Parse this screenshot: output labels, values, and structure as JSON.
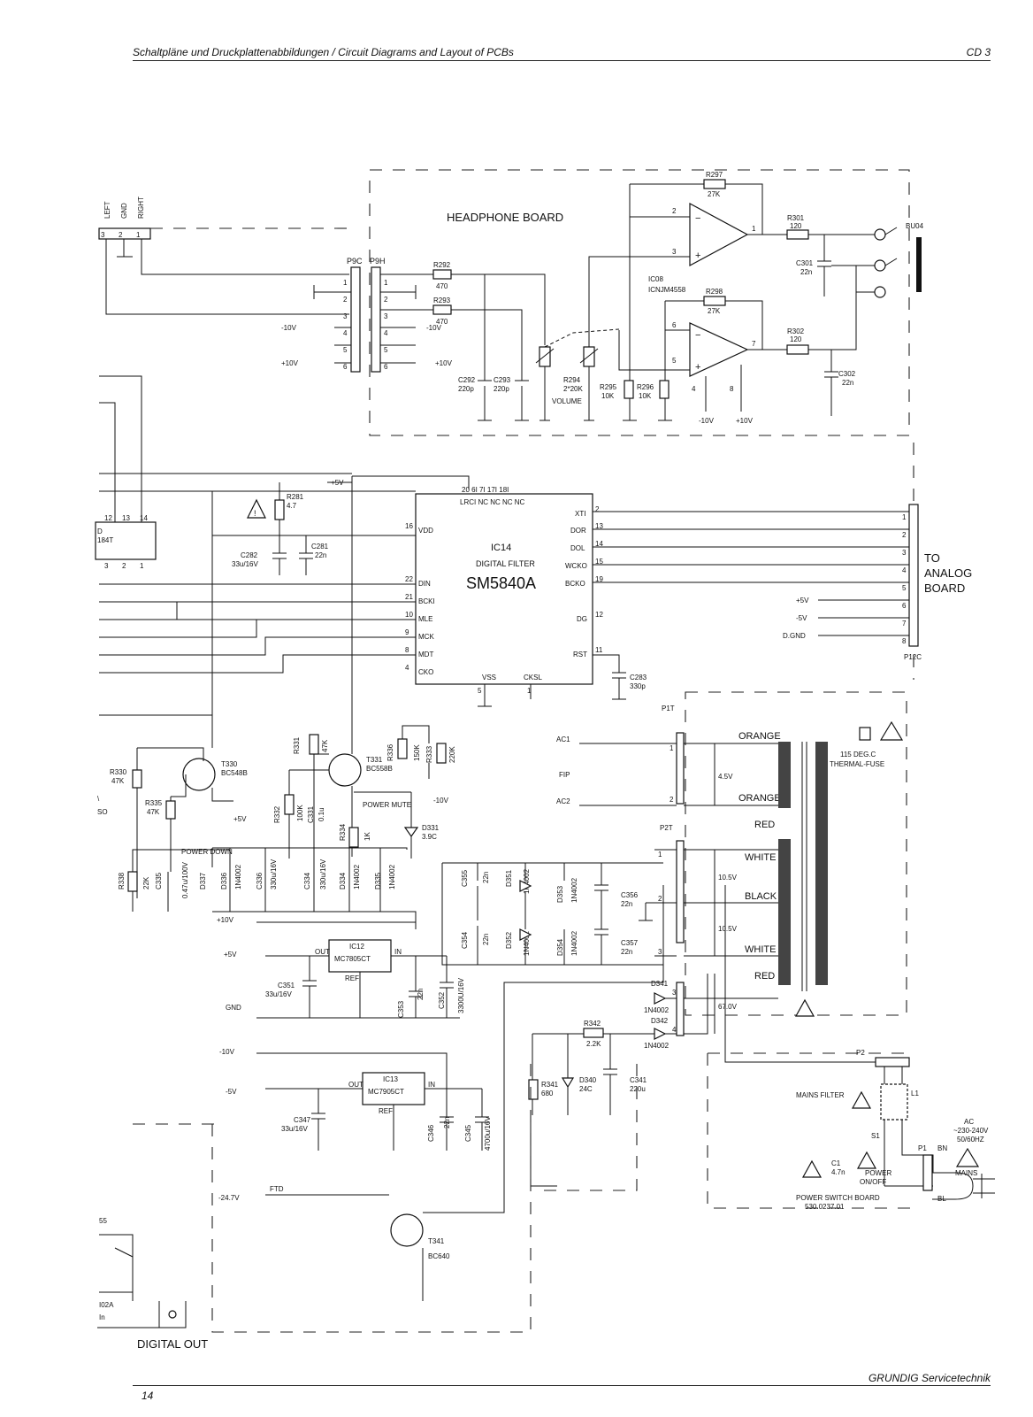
{
  "header": {
    "title": "Schaltpläne und Druckplattenabbildungen / Circuit Diagrams and Layout of PCBs",
    "section": "CD 3"
  },
  "footer": {
    "page": "14",
    "brand": "GRUNDIG Servicetechnik"
  },
  "headphone_board": {
    "title": "HEADPHONE BOARD",
    "left_conn_labels": [
      "LEFT",
      "GND",
      "RIGHT"
    ],
    "conn_pins": [
      "3",
      "2",
      "1"
    ],
    "p9c": "P9C",
    "p9h": "P9H",
    "pins": [
      "1",
      "2",
      "3",
      "4",
      "5",
      "6"
    ],
    "neg10": "-10V",
    "pos10": "+10V",
    "r292": "R292",
    "r292v": "470",
    "r293": "R293",
    "r293v": "470",
    "c292": "C292",
    "c292v": "220p",
    "c293": "C293",
    "c293v": "220p",
    "r294": "R294",
    "r294v": "2*20K",
    "volume": "VOLUME",
    "r295": "R295",
    "r295v": "10K",
    "r296": "R296",
    "r296v": "10K",
    "ic08": "IC08",
    "ic08v": "ICNJM4558",
    "r297": "R297",
    "r297v": "27K",
    "r298": "R298",
    "r298v": "27K",
    "r301": "R301",
    "r301v": "120",
    "r302": "R302",
    "r302v": "120",
    "c301": "C301",
    "c301v": "22n",
    "c302": "C302",
    "c302v": "22n",
    "bu04": "BU04",
    "pin_nums": [
      "2",
      "3",
      "1",
      "6",
      "5",
      "7",
      "4",
      "8"
    ],
    "supply_neg": "-10V",
    "supply_pos": "+10V"
  },
  "ic14": {
    "name": "IC14",
    "desc": "DIGITAL FILTER",
    "part": "SM5840A",
    "left_pins": [
      {
        "num": "16",
        "label": "VDD"
      },
      {
        "num": "22",
        "label": "DIN"
      },
      {
        "num": "21",
        "label": "BCKI"
      },
      {
        "num": "10",
        "label": "MLE"
      },
      {
        "num": "9",
        "label": "MCK"
      },
      {
        "num": "8",
        "label": "MDT"
      },
      {
        "num": "4",
        "label": "CKO"
      }
    ],
    "right_pins": [
      {
        "num": "2",
        "label": "XTI"
      },
      {
        "num": "13",
        "label": "DOR"
      },
      {
        "num": "14",
        "label": "DOL"
      },
      {
        "num": "15",
        "label": "WCKO"
      },
      {
        "num": "19",
        "label": "BCKO"
      },
      {
        "num": "12",
        "label": "DG"
      },
      {
        "num": "11",
        "label": "RST"
      }
    ],
    "top_pins": "20    6I  7I  17I  18I",
    "top_labels": "LRCI      NC  NC  NC  NC",
    "bottom_labels": [
      "VSS",
      "CKSL"
    ],
    "bottom_nums": [
      "5",
      "1"
    ],
    "plus5": "+5V",
    "r281": "R281",
    "r281v": "4.7",
    "c282": "C282",
    "c282v": "33u/16V",
    "c281": "C281",
    "c281v": "22n",
    "c283": "C283",
    "c283v": "330p",
    "left_partial_pins": [
      "12",
      "13",
      "14"
    ],
    "left_partial_part": "184T",
    "left_partial_pins2": [
      "3",
      "2",
      "1"
    ],
    "left_partial_prefix": "D"
  },
  "analog": {
    "label_lines": [
      "TO",
      "ANALOG",
      "BOARD"
    ],
    "conn": "P12C",
    "pins": [
      "1",
      "2",
      "3",
      "4",
      "5",
      "6",
      "7",
      "8"
    ],
    "rails": [
      "+5V",
      "-5V",
      "D.GND"
    ]
  },
  "mute": {
    "t330": "T330",
    "t330v": "BC548B",
    "t331": "T331",
    "t331v": "BC558B",
    "r330": "R330",
    "r330v": "47K",
    "r335": "R335",
    "r335v": "47K",
    "r331": "R331",
    "r331v": "47K",
    "r332": "R332",
    "r332v": "100K",
    "c331": "C331",
    "c331v": "0.1u",
    "r336": "R336",
    "r336v": "150K",
    "r333": "R333",
    "r333v": "220K",
    "r334": "R334",
    "r334v": "1K",
    "d331": "D331",
    "d331v": "3.9C",
    "r338": "R338",
    "r338v": "22K",
    "c335": "C335",
    "c335v": "0.47u/100V",
    "d337": "D337",
    "d336": "D336",
    "d335": "D335",
    "d334": "D334",
    "c336": "C336",
    "c336v": "330u/16V",
    "c334": "C334",
    "c334v": "330u/16V",
    "diode_part": "1N4002",
    "plus5": "+5V",
    "neg10": "-10V",
    "power_mute": "POWER MUTE",
    "power_down": "POWER DOWN",
    "partial": "\\",
    "partial2": "SO"
  },
  "psu": {
    "plus10": "+10V",
    "plus5": "+5V",
    "gnd": "GND",
    "neg10": "-10V",
    "neg5": "-5V",
    "neg247": "-24.7V",
    "ftd": "FTD",
    "ic12": "IC12",
    "ic12v": "MC7805CT",
    "ic13": "IC13",
    "ic13v": "MC7905CT",
    "out": "OUT",
    "in": "IN",
    "ref": "REF",
    "c351": "C351",
    "c351v": "33u/16V",
    "c353": "C353",
    "c353v": "22n",
    "c352": "C352",
    "c352v": "3300U/16V",
    "c347": "C347",
    "c347v": "33u/16V",
    "c346": "C346",
    "c346v": "22n",
    "c345": "C345",
    "c345v": "4700u/16V",
    "c355": "C355",
    "c355v": "22n",
    "c354": "C354",
    "c354v": "22n",
    "c356": "C356",
    "c356v": "22n",
    "c357": "C357",
    "c357v": "22n",
    "d351": "D351",
    "d352": "D352",
    "d353": "D353",
    "d354": "D354",
    "d341": "D341",
    "d342": "D342",
    "d340": "D340",
    "d340v": "24C",
    "r342": "R342",
    "r342v": "2.2K",
    "r341": "R341",
    "r341v": "680",
    "c341": "C341",
    "c341v": "220u",
    "t341": "T341",
    "t341v": "BC640",
    "diode_part": "1N4002"
  },
  "transformer": {
    "p1t": "P1T",
    "p2t": "P2T",
    "ac1": "AC1",
    "fip": "FIP",
    "ac2": "AC2",
    "pins": [
      "1",
      "2",
      "1",
      "2",
      "3",
      "3",
      "4"
    ],
    "wires": [
      "ORANGE",
      "ORANGE",
      "RED",
      "WHITE",
      "BLACK",
      "WHITE",
      "RED"
    ],
    "v45": "4.5V",
    "v105a": "10.5V",
    "v105b": "10.5V",
    "v670": "67.0V",
    "fuse": "115 DEG.C",
    "fuse2": "THERMAL-FUSE"
  },
  "mains": {
    "p2": "P2",
    "filter": "MAINS FILTER",
    "l1": "L1",
    "bn": "BN",
    "bl": "BL",
    "p1": "P1",
    "s1": "S1",
    "c1": "C1",
    "c1v": "4.7n",
    "power": "POWER",
    "onoff": "ON/OFF",
    "board": "POWER SWITCH BOARD",
    "board_no": "530.0237.01",
    "ac": "AC",
    "ac_v": "~230-240V",
    "ac_f": "50/60HZ",
    "mains": "MAINS"
  },
  "digital_out": {
    "label": "DIGITAL OUT",
    "partial1": "55",
    "partial2": "I02A",
    "partial3": "In"
  }
}
